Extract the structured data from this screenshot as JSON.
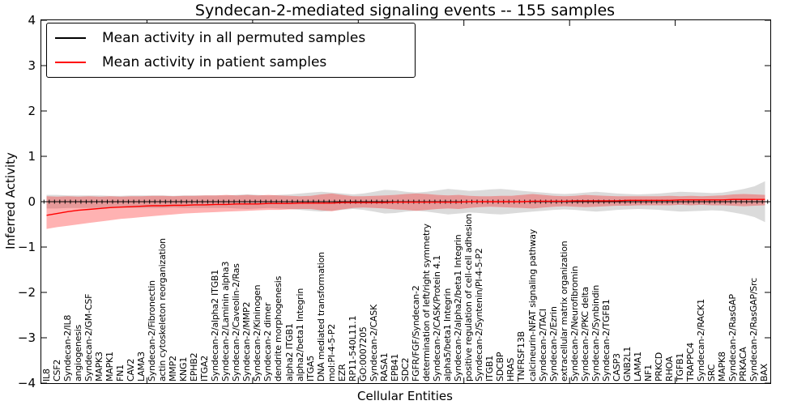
{
  "figure": {
    "title": "Syndecan-2-mediated signaling events -- 155 samples"
  },
  "axes": {
    "xlabel": "Cellular Entities",
    "ylabel": "Inferred Activity"
  },
  "legend": {
    "entries": [
      {
        "label": "Mean activity in all permuted samples",
        "color": "#000000"
      },
      {
        "label": "Mean activity in patient samples",
        "color": "#ff0000"
      }
    ]
  },
  "chart_data": {
    "type": "line",
    "title": "Syndecan-2-mediated signaling events -- 155 samples",
    "xlabel": "Cellular Entities",
    "ylabel": "Inferred Activity",
    "ylim": [
      -4,
      4
    ],
    "yticks": [
      4,
      3,
      2,
      1,
      0,
      -1,
      -2,
      -3,
      -4
    ],
    "ytick_labels": [
      "4",
      "3",
      "2",
      "1",
      "0",
      "−1",
      "−2",
      "−3",
      "−4"
    ],
    "xticks": [
      10,
      20,
      30,
      40,
      50,
      60
    ],
    "grid": false,
    "legend_position": "upper left",
    "categories": [
      "IL8",
      "CSF2",
      "Syndecan-2/IL8",
      "angiogenesis",
      "Syndecan-2/GM-CSF",
      "MAPK3",
      "MAPK1",
      "FN1",
      "CAV2",
      "LAMA3",
      "Syndecan-2/Fibronectin",
      "actin cytoskeleton reorganization",
      "MMP2",
      "KNG1",
      "EPHB2",
      "ITGA2",
      "Syndecan-2/alpha2 ITGB1",
      "Syndecan-2/Laminin alpha3",
      "Syndecan-2/Caveolin-2/Ras",
      "Syndecan-2/MMP2",
      "Syndecan-2/Kininogen",
      "Syndecan-2 dimer",
      "dendrite morphogenesis",
      "alpha2 ITGB1",
      "alpha2/beta1 Integrin",
      "ITGA5",
      "DNA mediated transformation",
      "mol:PI-4-5-P2",
      "EZR",
      "RP11-540L11.1",
      "GO:0007205",
      "Syndecan-2/CASK",
      "RASA1",
      "EPB41",
      "SDC2",
      "FGFR/FGF/Syndecan-2",
      "determination of left/right symmetry",
      "Syndecan-2/CASK/Protein 4.1",
      "alpha5/beta1 Integrin",
      "Syndecan-2/alpha2/beta1 Integrin",
      "positive regulation of cell-cell adhesion",
      "Syndecan-2/Syntenin/PI-4-5-P2",
      "ITGB1",
      "SDCBP",
      "HRAS",
      "TNFRSF13B",
      "calcineurin-NFAT signaling pathway",
      "Syndecan-2/TACI",
      "Syndecan-2/Ezrin",
      "extracellular matrix organization",
      "Syndecan-2/Neurofibromin",
      "Syndecan-2/PKC delta",
      "Syndecan-2/Synbindin",
      "Syndecan-2/TGFB1",
      "CASP3",
      "GNB2L1",
      "LAMA1",
      "NF1",
      "PRKCD",
      "RHOA",
      "TGFB1",
      "TRAPPC4",
      "Syndecan-2/RACK1",
      "SRC",
      "MAPK8",
      "Syndecan-2/RasGAP",
      "PRKACA",
      "Syndecan-2/RasGAP/Src",
      "BAX"
    ],
    "series": [
      {
        "name": "Mean activity in all permuted samples",
        "color": "#000000",
        "marker": "|",
        "values": [
          0,
          0,
          0,
          0,
          0,
          0,
          0,
          0,
          0,
          0,
          0,
          0,
          0,
          0,
          0,
          0,
          0,
          0,
          0,
          0,
          0,
          0,
          0,
          0,
          0,
          0,
          0,
          0,
          0,
          0,
          0,
          0,
          0,
          0,
          0,
          0,
          0,
          0,
          0,
          0,
          0,
          0,
          0,
          0,
          0,
          0,
          0,
          0,
          0,
          0,
          0,
          0,
          0,
          0,
          0,
          0,
          0,
          0,
          0,
          0,
          0,
          0,
          0,
          0,
          0,
          0,
          0,
          0,
          0
        ],
        "band": {
          "color": "#999999",
          "opacity": 0.35,
          "upper": [
            0.15,
            0.15,
            0.14,
            0.14,
            0.14,
            0.14,
            0.13,
            0.13,
            0.14,
            0.14,
            0.14,
            0.14,
            0.13,
            0.14,
            0.14,
            0.14,
            0.14,
            0.14,
            0.15,
            0.16,
            0.15,
            0.14,
            0.15,
            0.16,
            0.18,
            0.2,
            0.22,
            0.2,
            0.18,
            0.16,
            0.18,
            0.22,
            0.26,
            0.25,
            0.22,
            0.2,
            0.22,
            0.25,
            0.28,
            0.26,
            0.24,
            0.25,
            0.27,
            0.28,
            0.26,
            0.24,
            0.22,
            0.2,
            0.18,
            0.17,
            0.18,
            0.2,
            0.22,
            0.2,
            0.18,
            0.17,
            0.16,
            0.17,
            0.18,
            0.2,
            0.22,
            0.21,
            0.2,
            0.19,
            0.2,
            0.24,
            0.28,
            0.34,
            0.45
          ],
          "lower": [
            -0.15,
            -0.15,
            -0.14,
            -0.14,
            -0.14,
            -0.14,
            -0.13,
            -0.13,
            -0.14,
            -0.14,
            -0.14,
            -0.14,
            -0.13,
            -0.14,
            -0.14,
            -0.14,
            -0.14,
            -0.14,
            -0.15,
            -0.16,
            -0.15,
            -0.14,
            -0.15,
            -0.16,
            -0.18,
            -0.2,
            -0.22,
            -0.2,
            -0.18,
            -0.16,
            -0.18,
            -0.22,
            -0.26,
            -0.25,
            -0.22,
            -0.2,
            -0.22,
            -0.25,
            -0.28,
            -0.26,
            -0.24,
            -0.25,
            -0.27,
            -0.28,
            -0.26,
            -0.24,
            -0.22,
            -0.2,
            -0.18,
            -0.17,
            -0.18,
            -0.2,
            -0.22,
            -0.2,
            -0.18,
            -0.17,
            -0.16,
            -0.17,
            -0.18,
            -0.2,
            -0.22,
            -0.21,
            -0.2,
            -0.19,
            -0.2,
            -0.24,
            -0.28,
            -0.34,
            -0.45
          ]
        }
      },
      {
        "name": "Mean activity in patient samples",
        "color": "#ff0000",
        "values": [
          -0.3,
          -0.26,
          -0.22,
          -0.19,
          -0.17,
          -0.15,
          -0.13,
          -0.12,
          -0.11,
          -0.1,
          -0.09,
          -0.09,
          -0.08,
          -0.08,
          -0.07,
          -0.07,
          -0.06,
          -0.06,
          -0.05,
          -0.05,
          -0.05,
          -0.04,
          -0.04,
          -0.04,
          -0.03,
          -0.03,
          -0.03,
          -0.03,
          -0.02,
          -0.02,
          -0.02,
          -0.02,
          -0.02,
          -0.01,
          -0.01,
          -0.01,
          -0.01,
          -0.01,
          -0.01,
          -0.01,
          0.0,
          0.0,
          0.0,
          0.0,
          0.0,
          0.0,
          0.01,
          0.01,
          0.01,
          0.01,
          0.02,
          0.02,
          0.02,
          0.02,
          0.02,
          0.03,
          0.03,
          0.03,
          0.03,
          0.03,
          0.04,
          0.04,
          0.04,
          0.04,
          0.04,
          0.05,
          0.05,
          0.05,
          0.05
        ],
        "band": {
          "color": "#ff0000",
          "opacity": 0.3,
          "upper": [
            0.12,
            0.11,
            0.12,
            0.11,
            0.12,
            0.11,
            0.12,
            0.11,
            0.12,
            0.12,
            0.13,
            0.13,
            0.12,
            0.13,
            0.13,
            0.14,
            0.14,
            0.15,
            0.14,
            0.15,
            0.14,
            0.15,
            0.14,
            0.13,
            0.12,
            0.13,
            0.16,
            0.18,
            0.15,
            0.12,
            0.12,
            0.13,
            0.14,
            0.15,
            0.17,
            0.18,
            0.17,
            0.15,
            0.14,
            0.15,
            0.13,
            0.12,
            0.12,
            0.13,
            0.13,
            0.15,
            0.17,
            0.15,
            0.13,
            0.12,
            0.13,
            0.15,
            0.14,
            0.13,
            0.12,
            0.12,
            0.12,
            0.12,
            0.12,
            0.13,
            0.12,
            0.13,
            0.12,
            0.13,
            0.14,
            0.16,
            0.17,
            0.16,
            0.15
          ],
          "lower": [
            -0.6,
            -0.56,
            -0.53,
            -0.5,
            -0.47,
            -0.44,
            -0.41,
            -0.38,
            -0.36,
            -0.34,
            -0.32,
            -0.3,
            -0.28,
            -0.26,
            -0.25,
            -0.24,
            -0.23,
            -0.22,
            -0.21,
            -0.2,
            -0.19,
            -0.18,
            -0.18,
            -0.17,
            -0.16,
            -0.16,
            -0.19,
            -0.21,
            -0.17,
            -0.14,
            -0.13,
            -0.14,
            -0.15,
            -0.17,
            -0.18,
            -0.2,
            -0.18,
            -0.16,
            -0.15,
            -0.16,
            -0.14,
            -0.12,
            -0.11,
            -0.12,
            -0.13,
            -0.14,
            -0.15,
            -0.13,
            -0.11,
            -0.1,
            -0.11,
            -0.12,
            -0.11,
            -0.1,
            -0.09,
            -0.09,
            -0.08,
            -0.08,
            -0.08,
            -0.08,
            -0.07,
            -0.08,
            -0.07,
            -0.08,
            -0.08,
            -0.09,
            -0.1,
            -0.09,
            -0.08
          ]
        }
      }
    ]
  }
}
